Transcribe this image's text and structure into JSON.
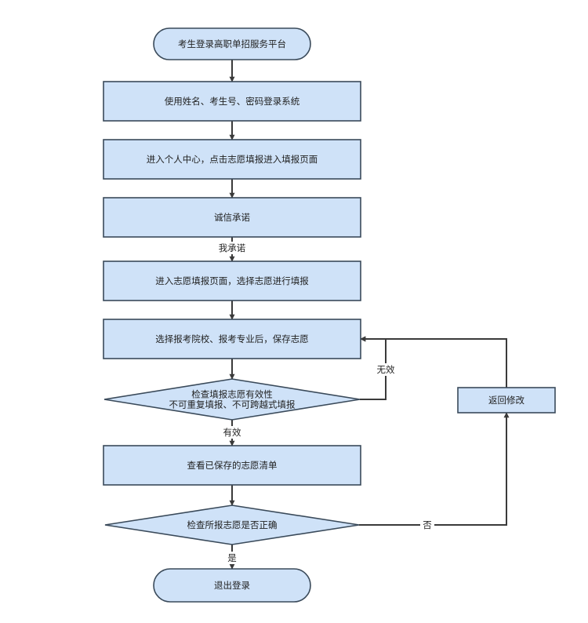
{
  "diagram": {
    "type": "flowchart",
    "colors": {
      "fill": "#cfe2f8",
      "stroke": "#3a4a5a",
      "edge": "#3a3a3a",
      "text": "#222222"
    },
    "nodes": {
      "start": {
        "shape": "terminal",
        "lines": [
          "考生登录高职单招服务平台"
        ]
      },
      "login": {
        "shape": "process",
        "lines": [
          "使用姓名、考生号、密码登录系统"
        ]
      },
      "center": {
        "shape": "process",
        "lines": [
          "进入个人中心，点击志愿填报进入填报页面"
        ]
      },
      "pledge": {
        "shape": "process",
        "lines": [
          "诚信承诺"
        ]
      },
      "fill": {
        "shape": "process",
        "lines": [
          "进入志愿填报页面，选择志愿进行填报"
        ]
      },
      "select": {
        "shape": "process",
        "lines": [
          "选择报考院校、报考专业后，保存志愿"
        ]
      },
      "check1": {
        "shape": "decision",
        "lines": [
          "检查填报志愿有效性",
          "不可重复填报、不可跨越式填报"
        ]
      },
      "view": {
        "shape": "process",
        "lines": [
          "查看已保存的志愿清单"
        ]
      },
      "check2": {
        "shape": "decision",
        "lines": [
          "检查所报志愿是否正确"
        ]
      },
      "modify": {
        "shape": "process",
        "lines": [
          "返回修改"
        ]
      },
      "logout": {
        "shape": "terminal",
        "lines": [
          "退出登录"
        ]
      }
    },
    "edges": [
      {
        "from": "start",
        "to": "login",
        "label": ""
      },
      {
        "from": "login",
        "to": "center",
        "label": ""
      },
      {
        "from": "center",
        "to": "pledge",
        "label": ""
      },
      {
        "from": "pledge",
        "to": "fill",
        "label": "我承诺"
      },
      {
        "from": "fill",
        "to": "select",
        "label": ""
      },
      {
        "from": "select",
        "to": "check1",
        "label": ""
      },
      {
        "from": "check1",
        "to": "view",
        "label": "有效"
      },
      {
        "from": "check1",
        "to": "select",
        "label": "无效"
      },
      {
        "from": "view",
        "to": "check2",
        "label": ""
      },
      {
        "from": "check2",
        "to": "logout",
        "label": "是"
      },
      {
        "from": "check2",
        "to": "modify",
        "label": "否"
      },
      {
        "from": "modify",
        "to": "select",
        "label": ""
      }
    ]
  }
}
